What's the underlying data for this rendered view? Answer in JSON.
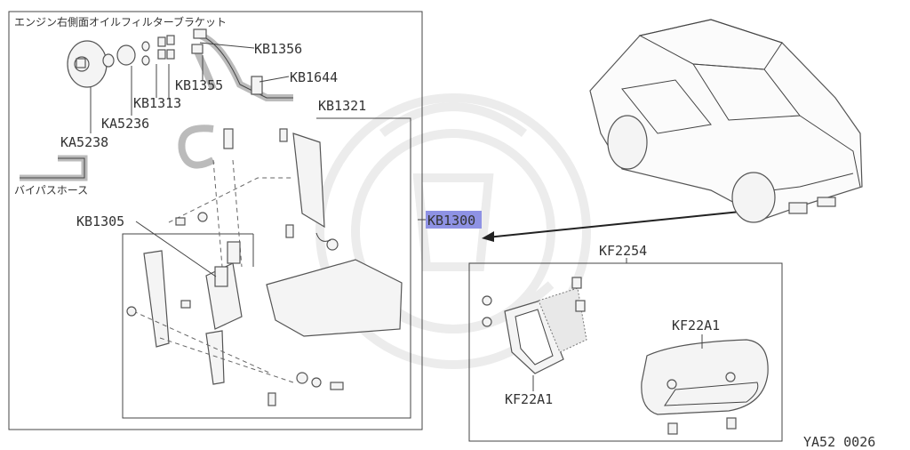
{
  "diagram": {
    "frame_title": "エンジン右側面オイルフィルターブラケット",
    "labels": {
      "kb1356": "KB1356",
      "kb1644": "KB1644",
      "kb1355": "KB1355",
      "kb1313": "KB1313",
      "ka5236": "KA5236",
      "ka5238": "KA5238",
      "bypass_hose": "バイパスホース",
      "kb1321": "KB1321",
      "kb1305": "KB1305",
      "kb1300": "KB1300",
      "kf2254": "KF2254",
      "kf22a1_left": "KF22A1",
      "kf22a1_right": "KF22A1"
    },
    "figure_code": "YA52 0026",
    "highlight_color": "#8e92e4"
  }
}
